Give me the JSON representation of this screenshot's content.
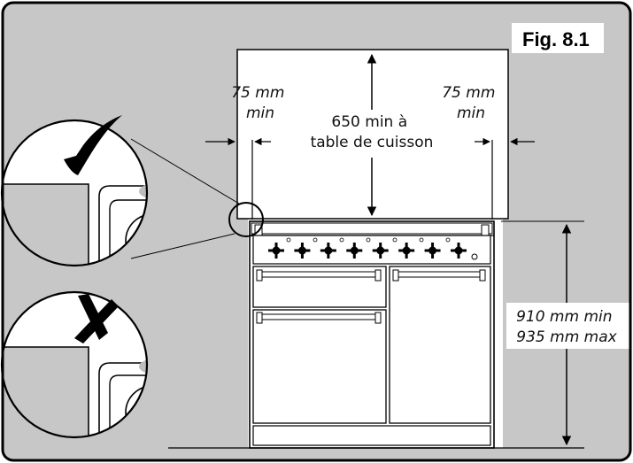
{
  "figure_label": "Fig. 8.1",
  "left_clearance": [
    "75 mm",
    "min"
  ],
  "right_clearance": [
    "75 mm",
    "min"
  ],
  "vertical_clearance": [
    "650 min à",
    "table de cuisson"
  ],
  "height_range": [
    "910 mm min",
    "935 mm max"
  ],
  "insets": {
    "correct": {
      "mark": "check-icon"
    },
    "incorrect": {
      "mark": "cross-icon"
    }
  },
  "colors": {
    "wall": "#c7c7c7",
    "hood": "#ffffff",
    "outline": "#000000"
  },
  "cooker": {
    "burners": 8,
    "knobs": 7
  }
}
